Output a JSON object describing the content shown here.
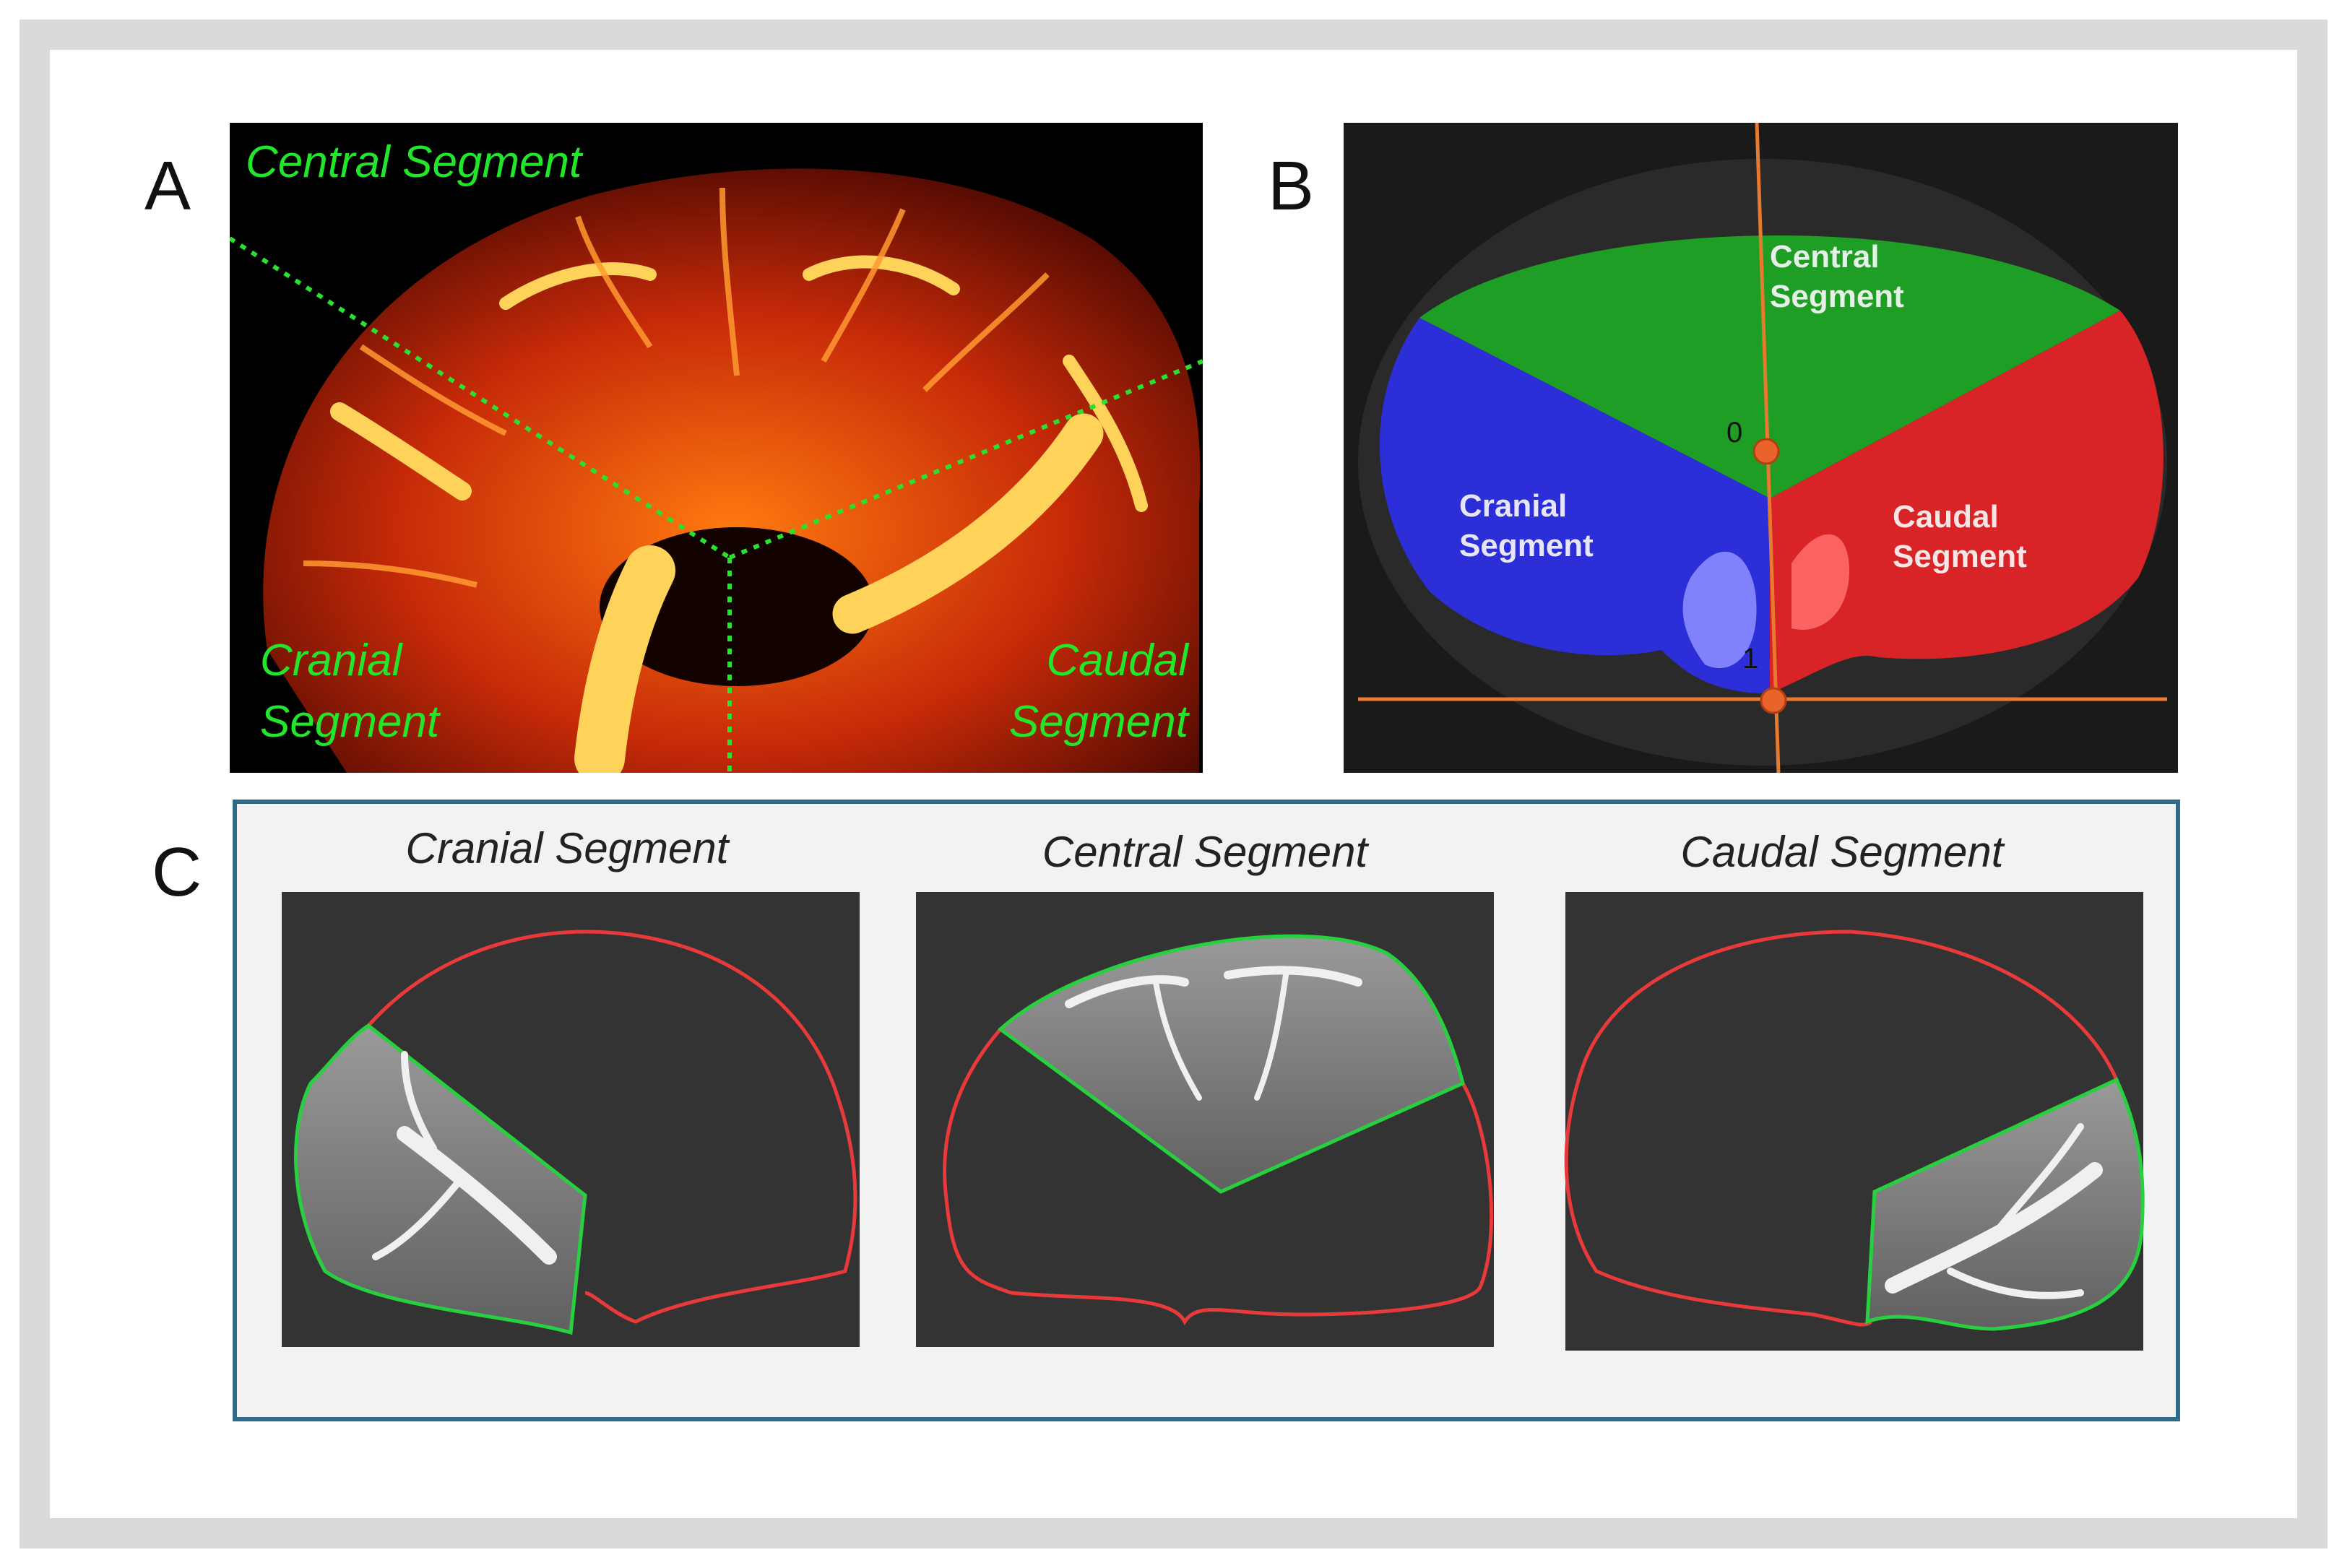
{
  "panel_a": {
    "letter": "A",
    "labels": {
      "central": "Central Segment",
      "cranial_line1": "Cranial",
      "cranial_line2": "Segment",
      "caudal_line1": "Caudal",
      "caudal_line2": "Segment"
    },
    "label_color": "#22e62a"
  },
  "panel_b": {
    "letter": "B",
    "labels": {
      "central_line1": "Central",
      "central_line2": "Segment",
      "cranial_line1": "Cranial",
      "cranial_line2": "Segment",
      "caudal_line1": "Caudal",
      "caudal_line2": "Segment"
    },
    "markers": {
      "top": "0",
      "bottom": "1"
    },
    "colors": {
      "central": "#1f9e26",
      "cranial": "#2c2ed8",
      "caudal": "#d82426",
      "axis": "#e87a30"
    }
  },
  "panel_c": {
    "letter": "C",
    "titles": [
      "Cranial Segment",
      "Central Segment",
      "Caudal Segment"
    ],
    "colors": {
      "outline": "#e83a3a",
      "segment_outline": "#28d040",
      "frame": "#2f6a8a"
    }
  }
}
